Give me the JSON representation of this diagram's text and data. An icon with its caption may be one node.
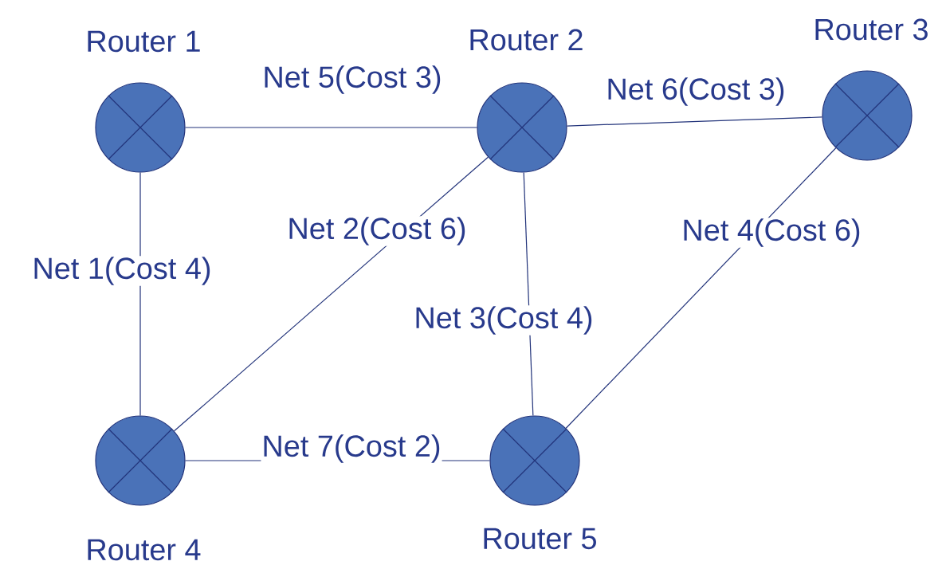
{
  "diagram": {
    "nodes": [
      {
        "text": [
          "Router 1"
        ]
      },
      {
        "text": [
          "Router 2"
        ]
      },
      {
        "text": [
          "Router 3"
        ]
      },
      {
        "text": [
          "Router 4"
        ]
      },
      {
        "text": [
          "Router 5"
        ]
      }
    ],
    "edges": [
      {
        "from": 0,
        "to": 3,
        "arrow": "none",
        "label": "Net 1(Cost 4)"
      },
      {
        "from": 1,
        "to": 3,
        "arrow": "none",
        "label": "Net 2(Cost 6)"
      },
      {
        "from": 1,
        "to": 4,
        "arrow": "none",
        "label": "Net 3(Cost 4)"
      },
      {
        "from": 2,
        "to": 4,
        "arrow": "none",
        "label": "Net 4(Cost 6)"
      },
      {
        "from": 0,
        "to": 1,
        "arrow": "none",
        "label": "Net 5(Cost 3)"
      },
      {
        "from": 1,
        "to": 2,
        "arrow": "none",
        "label": "Net 6(Cost 3)"
      },
      {
        "from": 3,
        "to": 4,
        "arrow": "none",
        "label": "Net 7(Cost 2)"
      }
    ]
  }
}
